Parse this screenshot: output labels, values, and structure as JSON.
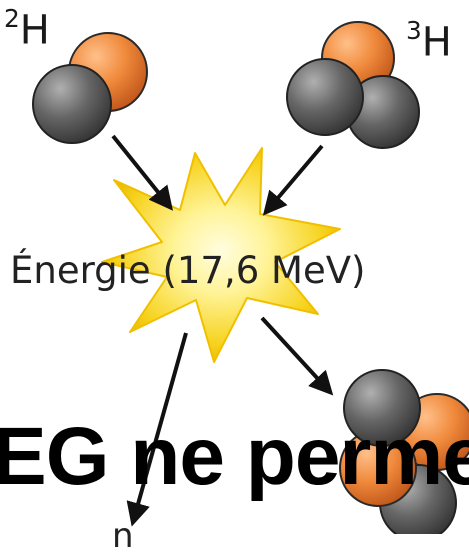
{
  "isotopes": {
    "deuterium": {
      "mass": "2",
      "symbol": "H"
    },
    "tritium": {
      "mass": "3",
      "symbol": "H"
    }
  },
  "energy_label": "Énergie (17,6 MeV)",
  "overlay_text": "EG ne perme",
  "neutron_label": "n",
  "colors": {
    "proton": "#f08a3c",
    "neutron": "#5a5a5a",
    "burst_outer": "#f5d61a",
    "burst_inner": "#fff7a8",
    "arrow": "#111111"
  }
}
